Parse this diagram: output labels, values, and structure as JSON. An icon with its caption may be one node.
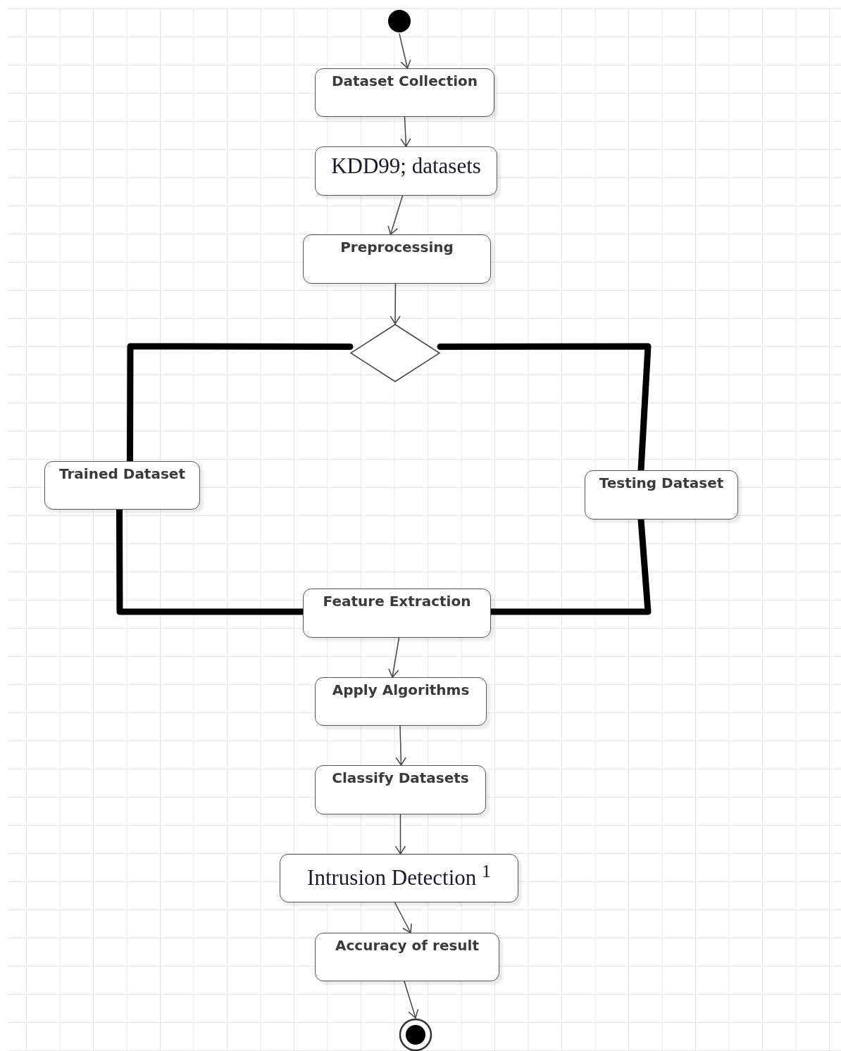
{
  "diagram": {
    "nodes": [
      {
        "text": [],
        "shape": "circle"
      },
      {
        "text": [
          "Dataset Collection"
        ]
      },
      {
        "text": [
          "KDD99; datasets"
        ]
      },
      {
        "text": [
          "Preprocessing"
        ]
      },
      {
        "text": [],
        "shape": "diamond"
      },
      {
        "text": [
          "Trained Dataset"
        ]
      },
      {
        "text": [
          "Testing Dataset"
        ]
      },
      {
        "text": [
          "Feature Extraction"
        ]
      },
      {
        "text": [
          "Apply Algorithms"
        ]
      },
      {
        "text": [
          "Classify Datasets"
        ]
      },
      {
        "text": [
          "Intrusion Detection $^{1}$"
        ]
      },
      {
        "text": [
          "Accuracy  of result"
        ]
      },
      {
        "text": [],
        "shape": "circle"
      }
    ],
    "edges": [
      {
        "from": 0,
        "to": 1,
        "arrow": "to"
      },
      {
        "from": 1,
        "to": 2,
        "arrow": "to"
      },
      {
        "from": 2,
        "to": 3,
        "arrow": "to"
      },
      {
        "from": 3,
        "to": 4,
        "arrow": "to"
      },
      {
        "from": 4,
        "to": 5,
        "arrow": "none",
        "style": "thick"
      },
      {
        "from": 4,
        "to": 6,
        "arrow": "none",
        "style": "thick"
      },
      {
        "from": 5,
        "to": 7,
        "arrow": "none",
        "style": "thick"
      },
      {
        "from": 6,
        "to": 7,
        "arrow": "none",
        "style": "thick"
      },
      {
        "from": 7,
        "to": 8,
        "arrow": "to"
      },
      {
        "from": 8,
        "to": 9,
        "arrow": "to"
      },
      {
        "from": 9,
        "to": 10,
        "arrow": "to"
      },
      {
        "from": 10,
        "to": 11,
        "arrow": "to"
      },
      {
        "from": 11,
        "to": 12,
        "arrow": "to"
      }
    ]
  }
}
